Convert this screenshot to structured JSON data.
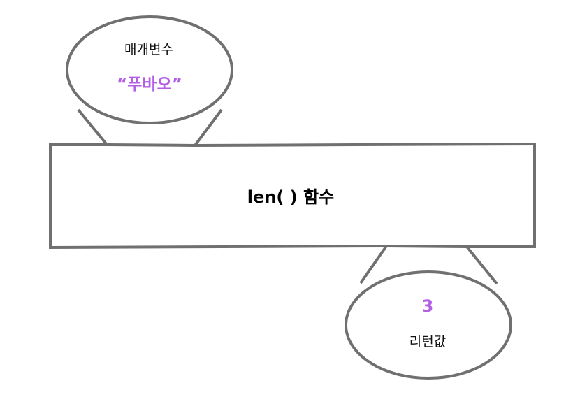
{
  "diagram": {
    "parameter": {
      "label": "매개변수",
      "value": "“푸바오”"
    },
    "function": {
      "name": "len( ) 함수"
    },
    "return": {
      "value": "3",
      "label": "리턴값"
    }
  },
  "colors": {
    "outline": "#707070",
    "accent": "#b45ee6",
    "text": "#111111"
  }
}
